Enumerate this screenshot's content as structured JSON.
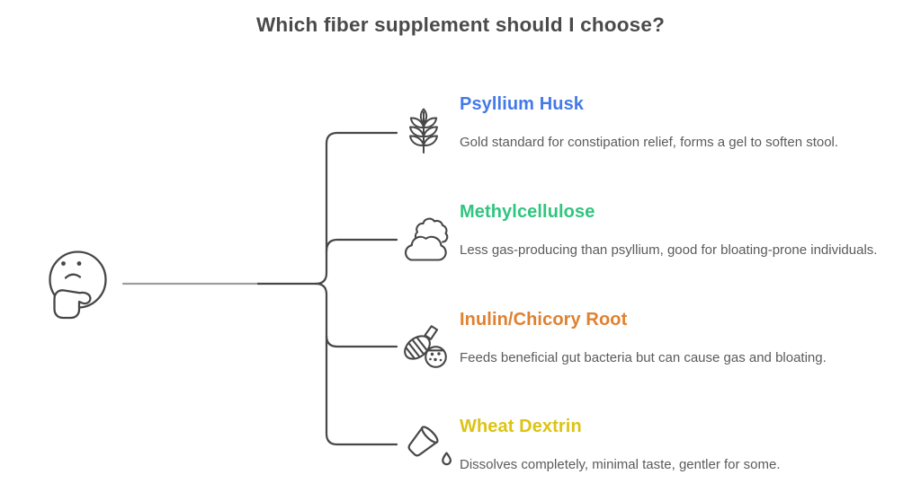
{
  "title": "Which fiber supplement should I choose?",
  "colors": {
    "line": "#474747",
    "line_light": "#9e9e9e",
    "title": "#4a4a4a",
    "body_text": "#5b5b5b"
  },
  "thinker": {
    "icon": "thinking-face-icon"
  },
  "items": [
    {
      "name": "Psyllium Husk",
      "color": "#4479e8",
      "icon": "wheat-icon",
      "description": "Gold standard for constipation relief, forms a gel to soften stool."
    },
    {
      "name": "Methylcellulose",
      "color": "#30c57f",
      "icon": "cloud-icon",
      "description": "Less gas-producing than psyllium, good for bloating-prone individuals."
    },
    {
      "name": "Inulin/Chicory Root",
      "color": "#e0812f",
      "icon": "root-icon",
      "description": "Feeds beneficial gut bacteria but can cause gas and bloating."
    },
    {
      "name": "Wheat Dextrin",
      "color": "#ddc312",
      "icon": "pouring-cup-icon",
      "description": "Dissolves completely, minimal taste, gentler for some."
    }
  ]
}
